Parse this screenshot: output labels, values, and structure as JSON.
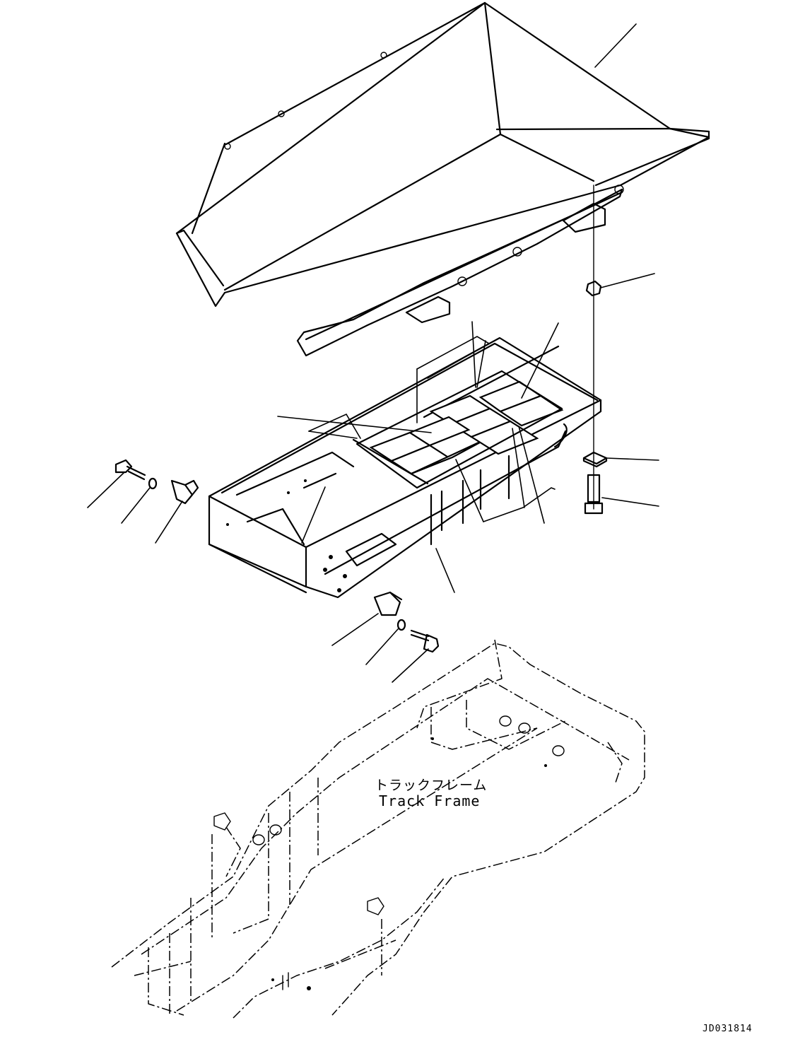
{
  "callout": {
    "japanese": "トラックフレーム",
    "english": "Track Frame"
  },
  "drawing_number": "JD031814"
}
